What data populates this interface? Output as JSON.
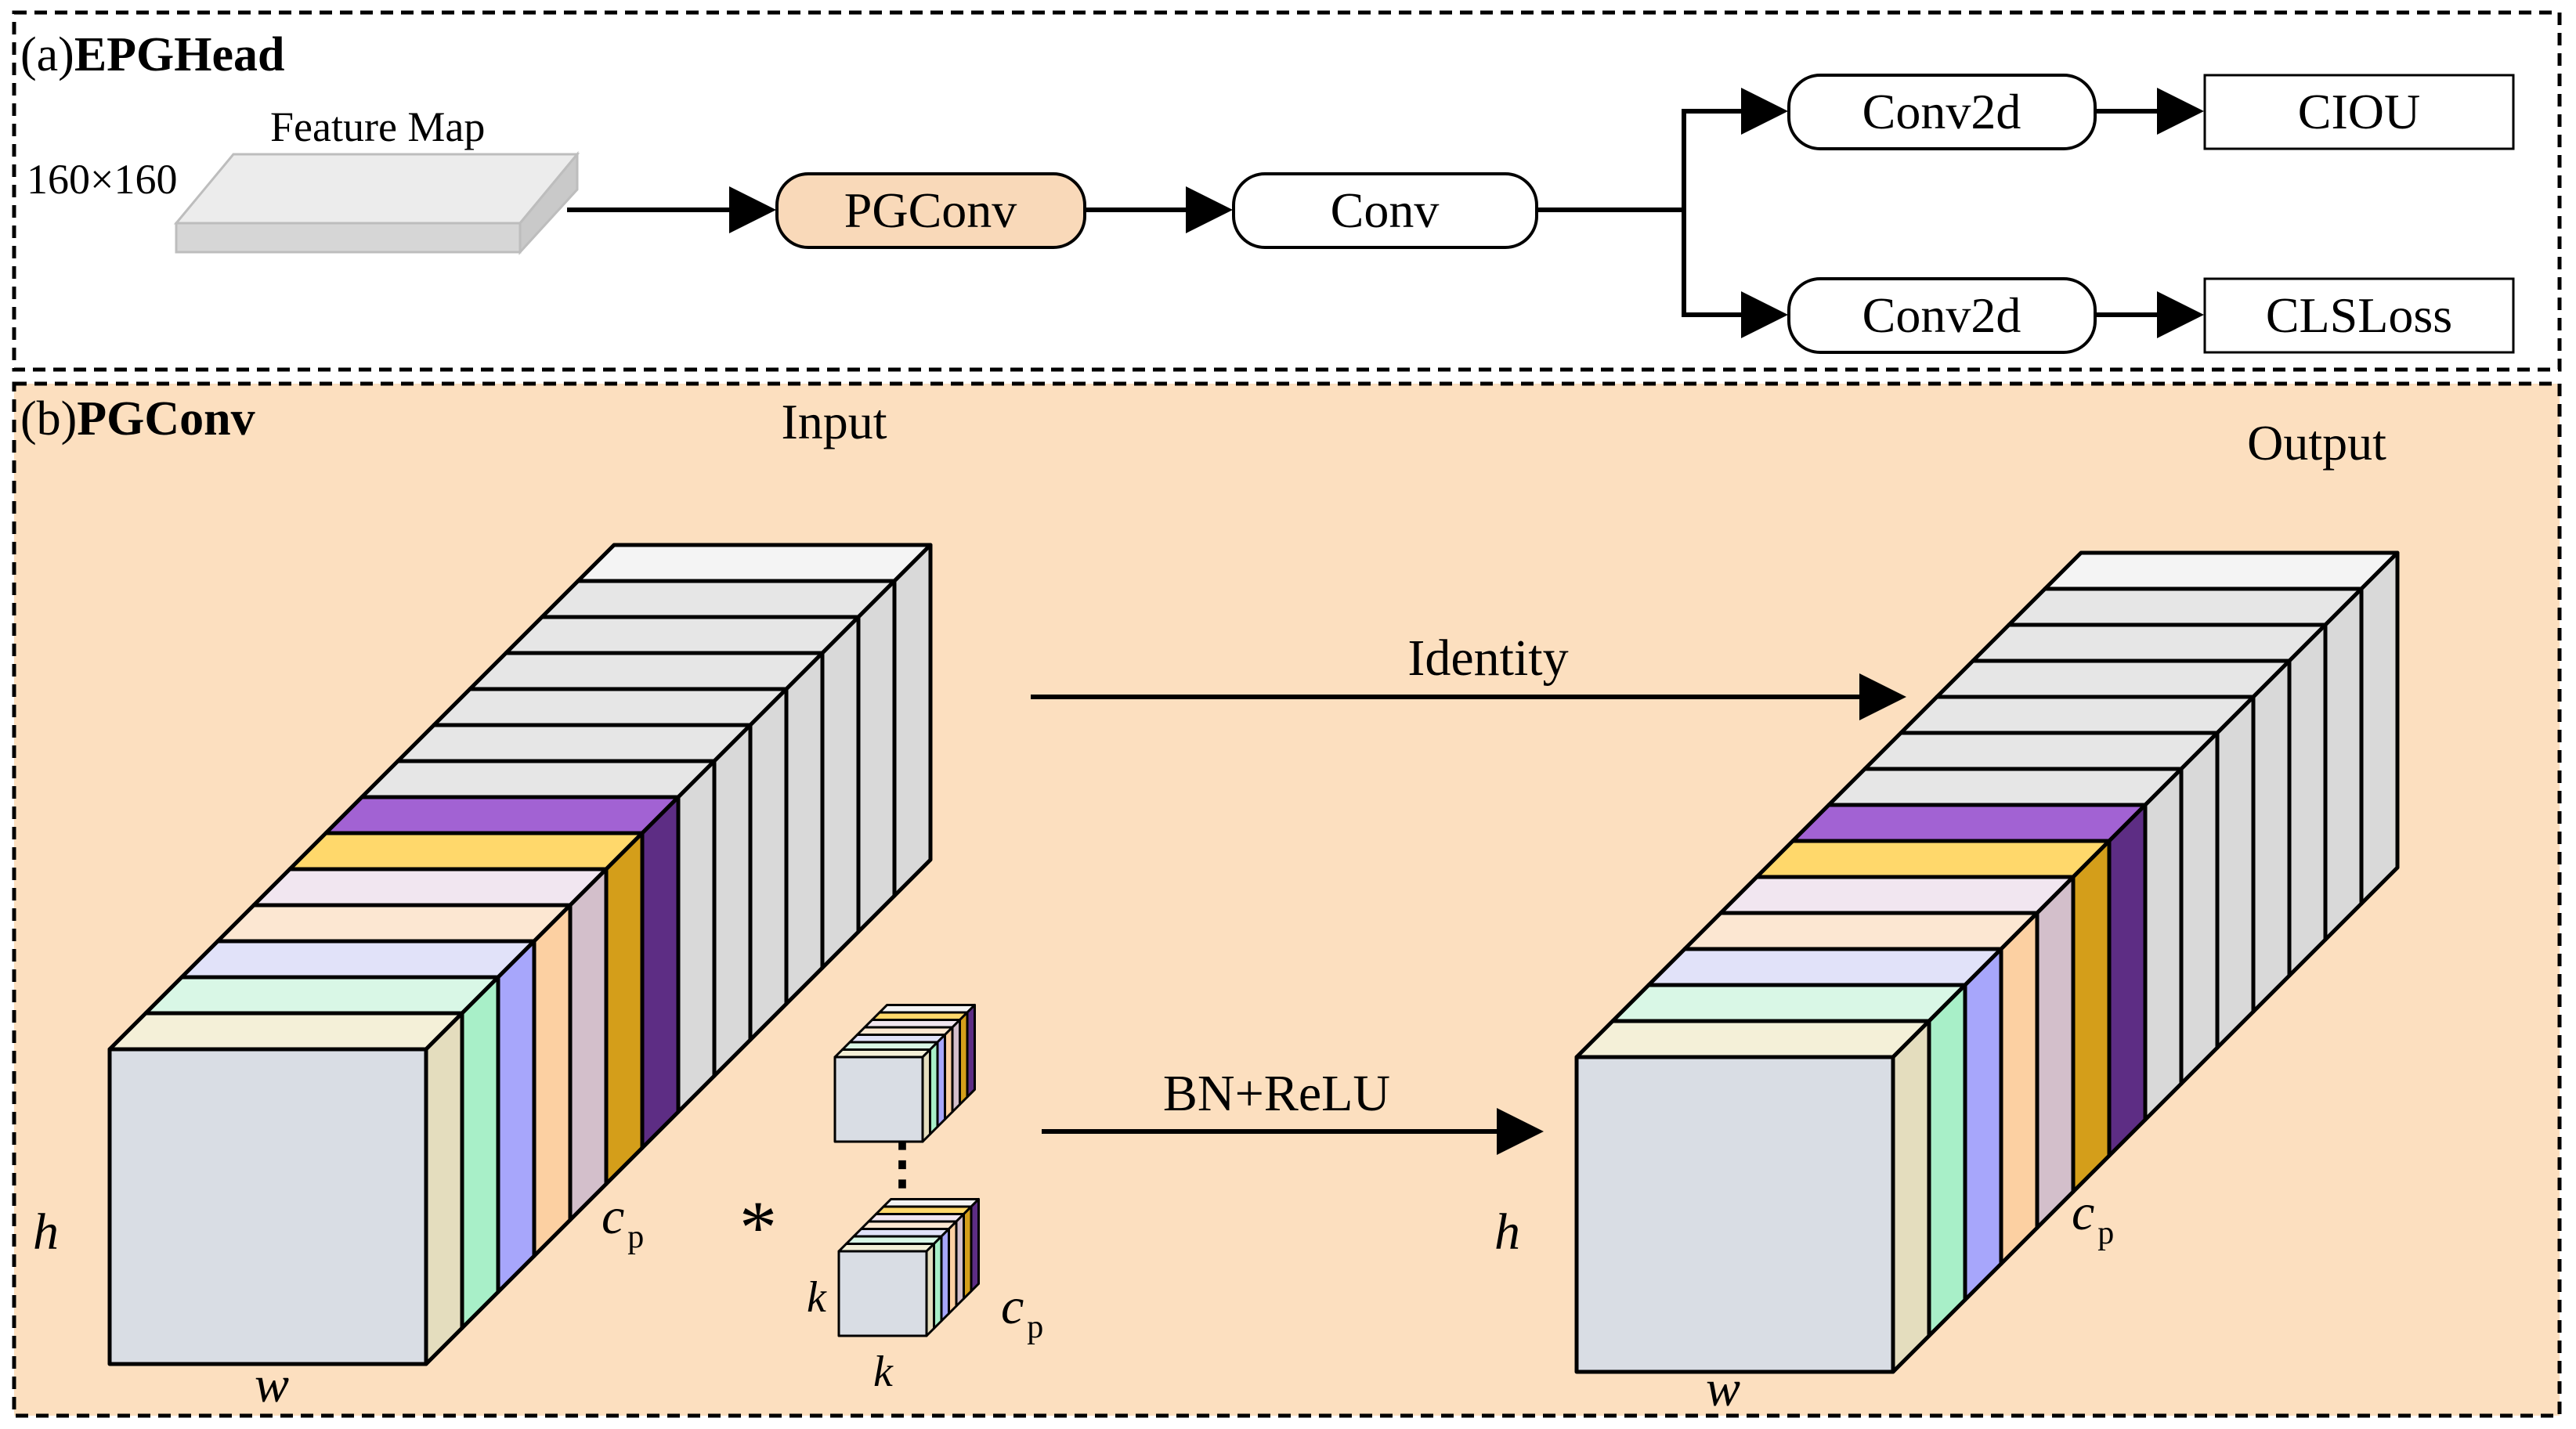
{
  "panel_a": {
    "label_prefix": "(a)",
    "label_bold": "EPGHead",
    "feature_map_label": "Feature Map",
    "feature_map_size": "160×160",
    "nodes": {
      "pgconv": "PGConv",
      "conv": "Conv",
      "conv2d_top": "Conv2d",
      "conv2d_bottom": "Conv2d",
      "ciou": "CIOU",
      "clsloss": "CLSLoss"
    }
  },
  "panel_b": {
    "label_prefix": "(b)",
    "label_bold": "PGConv",
    "input_label": "Input",
    "output_label": "Output",
    "identity_label": "Identity",
    "bn_relu_label": "BN+ReLU",
    "conv_operator": "*",
    "dim_h": "h",
    "dim_w": "w",
    "dim_k": "k",
    "dim_c": "c",
    "dim_p": "p",
    "ellipsis": "⋮"
  },
  "colors": {
    "panel_b_background": "#FCDFBF",
    "pgconv_fill": "#F9D9B9",
    "front_face": "#D9DDE4",
    "grey_slice": "#E6E6E6",
    "slices_front": [
      "#F4F0D8",
      "#D9F7E6",
      "#E1E2F9",
      "#FCE7D2",
      "#F1E6F0",
      "#FFD86B",
      "#A262D3"
    ],
    "slices_side": [
      "#E4DDBE",
      "#A8EFC8",
      "#A7A6FB",
      "#FCD0A2",
      "#D3BFCB",
      "#D49E1A",
      "#5D2D84"
    ]
  }
}
